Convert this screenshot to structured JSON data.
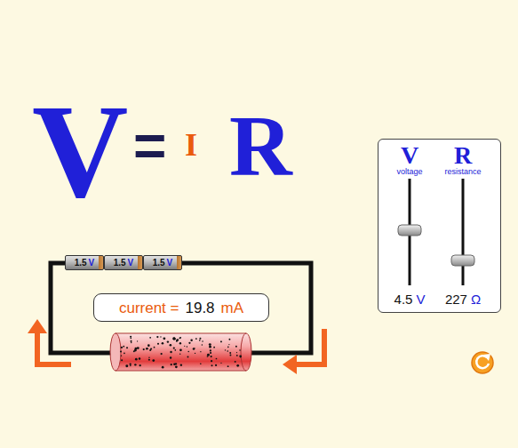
{
  "diagram": {
    "nodes": [
      {
        "text": [
          "V",
          "voltage",
          "R",
          "resistance",
          "4.5",
          "V",
          "227",
          "Ω"
        ]
      },
      {
        "text": [
          "1.5",
          "V"
        ]
      },
      {
        "text": [
          "1.5",
          "V"
        ]
      },
      {
        "text": [
          "1.5",
          "V"
        ]
      },
      {
        "text": [
          "current =",
          "19.8",
          "mA"
        ]
      }
    ],
    "labels": [
      "V",
      "=",
      "I",
      "R"
    ]
  }
}
